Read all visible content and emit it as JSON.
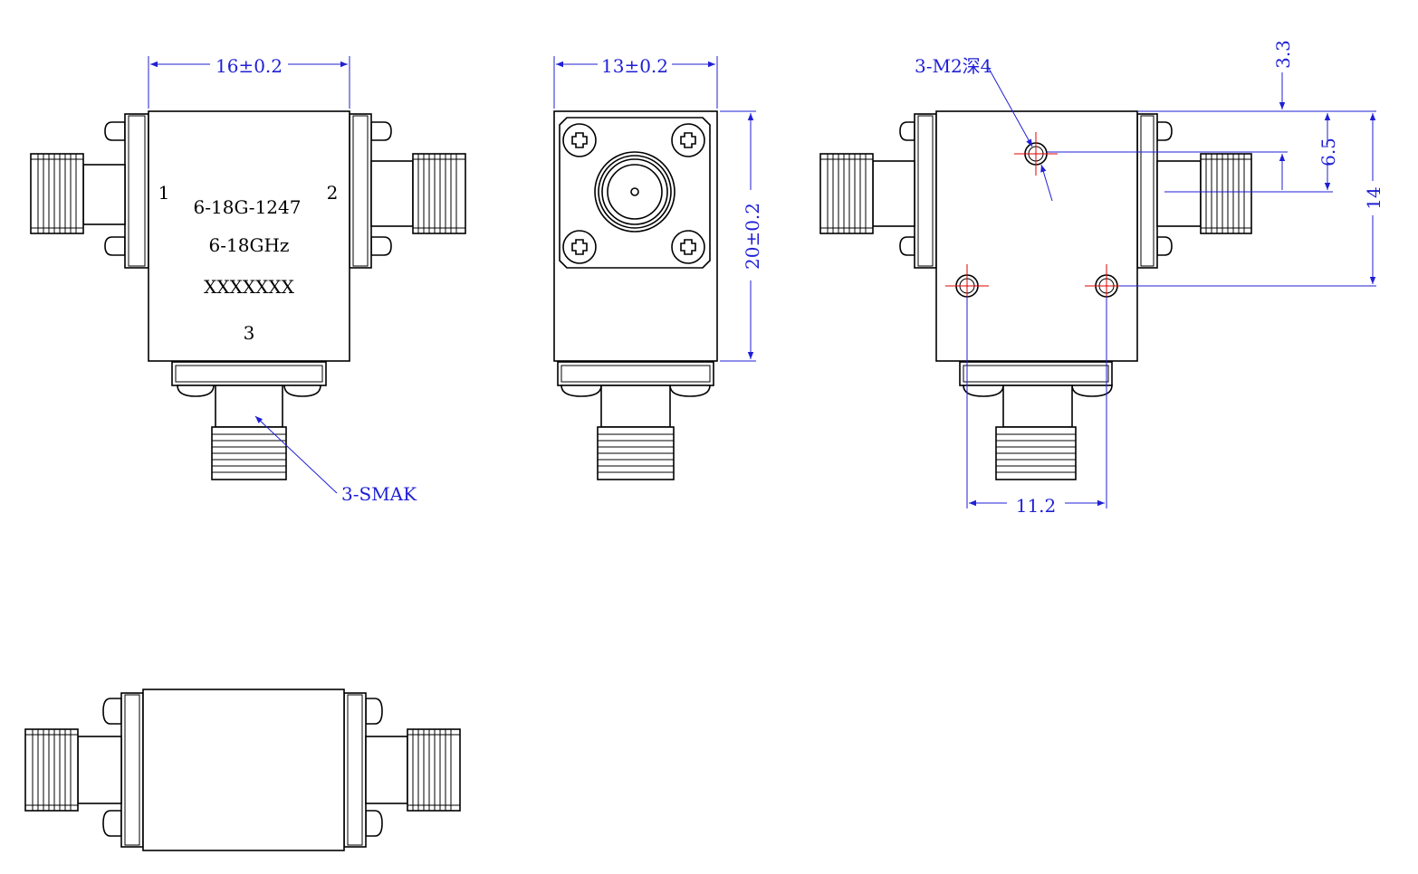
{
  "front_view": {
    "port_1": "1",
    "port_2": "2",
    "port_3": "3",
    "model": "6-18G-1247",
    "frequency": "6-18GHz",
    "serial": "XXXXXXX",
    "width_dim": "16±0.2",
    "connector_callout": "3-SMAK"
  },
  "side_view": {
    "width_dim": "13±0.2",
    "height_dim": "20±0.2"
  },
  "back_view": {
    "hole_callout": "3-M2深4",
    "dim_top": "3.3",
    "dim_mid": "6.5",
    "dim_overall": "14",
    "dim_bottom": "11.2"
  },
  "colors": {
    "dimension": "#1f1fd6",
    "centerline": "#e00000",
    "outline": "#000000"
  }
}
